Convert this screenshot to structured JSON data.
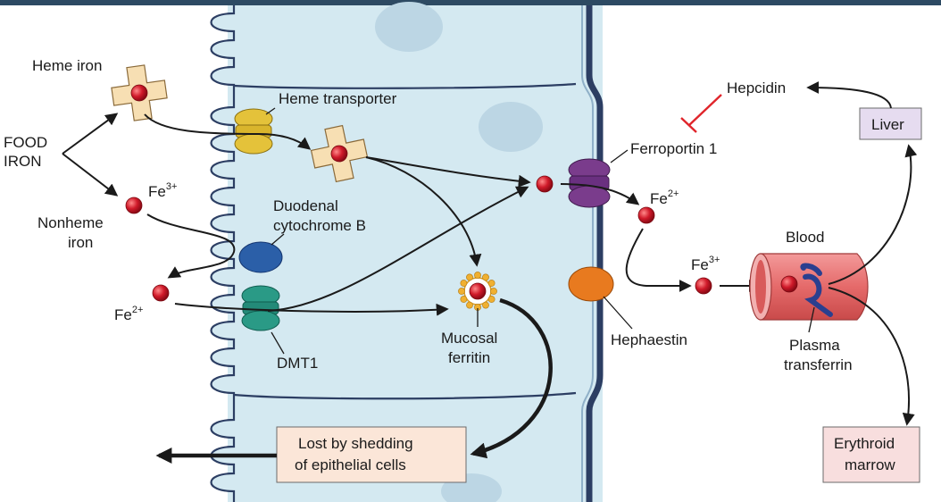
{
  "labels": {
    "food_iron_1": "FOOD",
    "food_iron_2": "IRON",
    "heme_iron": "Heme iron",
    "nonheme_iron_1": "Nonheme",
    "nonheme_iron_2": "iron",
    "heme_transporter": "Heme transporter",
    "duodenal_cytochrome_1": "Duodenal",
    "duodenal_cytochrome_2": "cytochrome B",
    "dmt1": "DMT1",
    "mucosal_ferritin_1": "Mucosal",
    "mucosal_ferritin_2": "ferritin",
    "ferroportin": "Ferroportin 1",
    "hephaestin": "Hephaestin",
    "hepcidin": "Hepcidin",
    "liver": "Liver",
    "blood": "Blood",
    "plasma_transferrin_1": "Plasma",
    "plasma_transferrin_2": "transferrin",
    "erythroid_marrow_1": "Erythroid",
    "erythroid_marrow_2": "marrow",
    "lost_shedding_1": "Lost by shedding",
    "lost_shedding_2": "of epithelial cells"
  },
  "ions": {
    "fe": "Fe",
    "fe3_sup": "3+",
    "fe2_sup": "2+"
  },
  "colors": {
    "header_bar": "#2d4a63",
    "cell_fill": "#d4e9f1",
    "cell_border": "#2c3e63",
    "iron_atom": "#c8102e",
    "heme_ring": "#f7dfb3",
    "heme_transporter": "#e4c23a",
    "cytochrome_b": "#2b5fa8",
    "dmt1": "#2a9a86",
    "ferroportin": "#7a3c8c",
    "hephaestin": "#e87a1f",
    "ferritin_shell": "#f0b030",
    "blood_vessel": "#e26c6c",
    "transferrin": "#2a3f8f",
    "hepcidin_inhibit": "#e0252b",
    "liver_box": "#e6dcf0",
    "marrow_box": "#f8dede",
    "shedding_box": "#fbe6d8"
  }
}
